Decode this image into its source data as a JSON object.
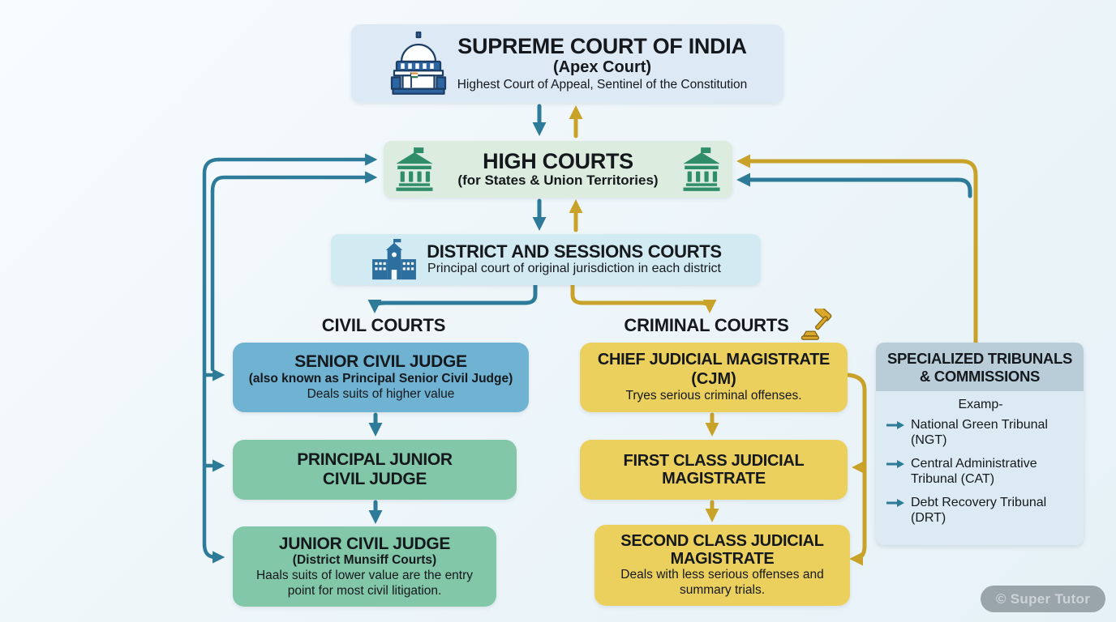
{
  "supreme_court": {
    "title": "SUPREME COURT OF INDIA",
    "subtitle": "(Apex Court)",
    "description": "Highest Court of Appeal, Sentinel of the Constitution"
  },
  "high_courts": {
    "title": "HIGH COURTS",
    "subtitle": "(for States & Union Territories)"
  },
  "district_courts": {
    "title": "DISTRICT AND SESSIONS COURTS",
    "subtitle": "Principal court of original jurisdiction in each district"
  },
  "civil": {
    "heading": "CIVIL COURTS",
    "boxes": [
      {
        "title": "SENIOR CIVIL JUDGE",
        "subtitle": "(also known as Principal Senior Civil Judge)",
        "description": "Deals suits of higher value"
      },
      {
        "title": "PRINCIPAL JUNIOR CIVIL JUDGE"
      },
      {
        "title": "JUNIOR CIVIL JUDGE",
        "subtitle": "(District Munsiff Courts)",
        "description": "Haals suits of lower value are the entry point for most civil litigation."
      }
    ]
  },
  "criminal": {
    "heading": "CRIMINAL COURTS",
    "boxes": [
      {
        "title": "CHIEF JUDICIAL MAGISTRATE",
        "subtitle": "(CJM)",
        "description": "Tryes serious criminal offenses."
      },
      {
        "title": "FIRST CLASS JUDICIAL MAGISTRATE"
      },
      {
        "title": "SECOND CLASS JUDICIAL MAGISTRATE",
        "description": "Deals with less serious offenses and summary trials."
      }
    ]
  },
  "tribunals": {
    "title_line1": "SPECIALIZED TRIBUNALS",
    "title_line2": "& COMMISSIONS",
    "examples_label": "Examp-",
    "items": [
      "National Green Tribunal (NGT)",
      "Central Administrative Tribunal (CAT)",
      "Debt Recovery Tribunal (DRT)"
    ]
  },
  "watermark": "© Super Tutor",
  "colors": {
    "teal_arrow": "#2d7b99",
    "gold_arrow": "#c9a22a",
    "supreme_bg": "#dde9f4",
    "high_bg": "#dcecdf",
    "district_bg": "#d2eaf1",
    "senior_civil_bg": "#6fb2d1",
    "civil_green_bg": "#83c7a9",
    "criminal_bg": "#ecd05e",
    "tribunal_header_bg": "#b9cdd9",
    "tribunal_body_bg": "#dcebf3",
    "icon_blue": "#2d66a3",
    "icon_green": "#2f8e68"
  }
}
